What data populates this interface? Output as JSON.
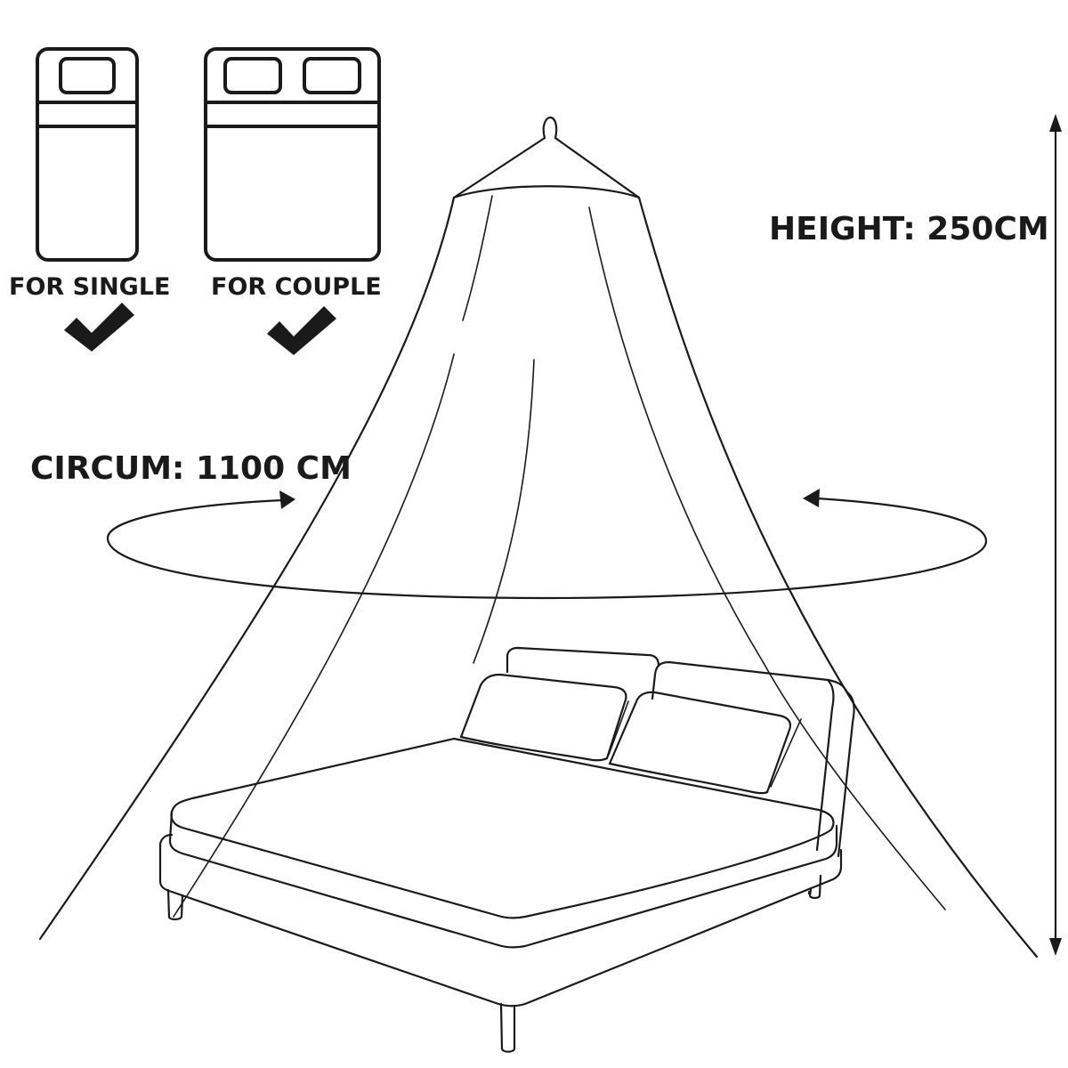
{
  "labels": {
    "single": "FOR SINGLE",
    "couple": "FOR COUPLE",
    "height": "HEIGHT: 250CM",
    "circum": "CIRCUM: 1100 CM"
  },
  "colors": {
    "ink": "#1a1a1a",
    "background": "#ffffff"
  },
  "icons": [
    "single-bed-icon",
    "double-bed-icon",
    "checkmark-icon",
    "arrow-icon",
    "bed-icon",
    "mosquito-net-icon"
  ]
}
